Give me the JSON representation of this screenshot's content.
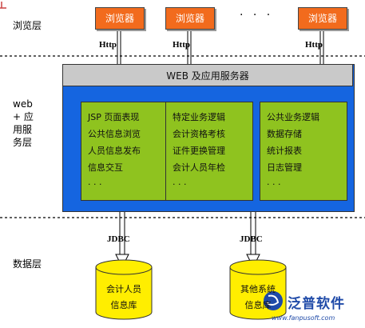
{
  "layers": {
    "browser_layer": "浏览层",
    "web_layer": [
      "web",
      "+ 应",
      "用服",
      "务层"
    ],
    "data_layer": "数据层"
  },
  "browsers": [
    "浏览器",
    "浏览器",
    "浏览器"
  ],
  "browser_ellipsis": "· · ·",
  "protocols": {
    "http": "Http",
    "jdbc": "JDBC"
  },
  "server": {
    "title": "WEB 及应用服务器",
    "modules": [
      [
        "JSP 页面表现",
        "公共信息浏览",
        "人员信息发布",
        "信息交互",
        "· · ·"
      ],
      [
        "特定业务逻辑",
        "会计资格考核",
        "证件更换管理",
        "会计人员年检",
        "· · ·"
      ],
      [
        "公共业务逻辑",
        "数据存储",
        "统计报表",
        "日志管理",
        "· · ·"
      ]
    ]
  },
  "databases": [
    [
      "会计人员",
      "信息库"
    ],
    [
      "其他系统",
      "信息库"
    ]
  ],
  "logo": {
    "name": "泛普软件",
    "url": "www.fanpusoft.com"
  },
  "colors": {
    "browser": "#f26b1d",
    "server_bg": "#1565e0",
    "server_title": "#c9c9c9",
    "module": "#8fc31f",
    "database": "#ffee00",
    "logo": "#1f4aa8"
  }
}
